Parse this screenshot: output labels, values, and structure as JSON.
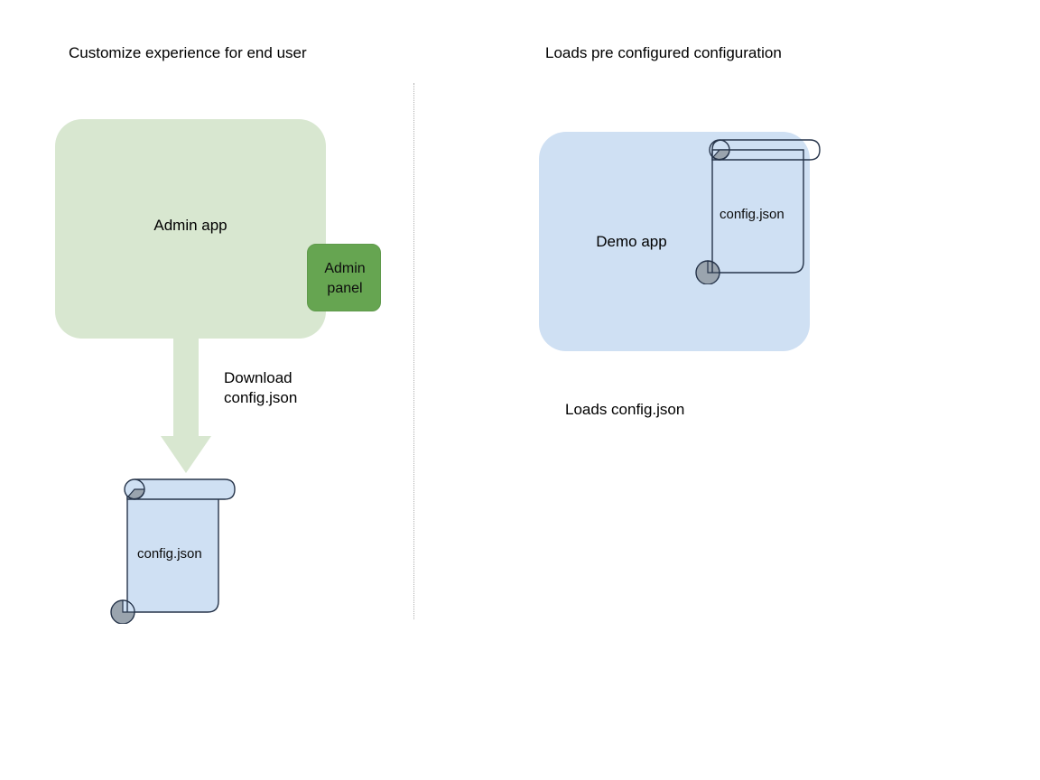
{
  "diagram": {
    "title_left": "Customize experience for end user",
    "title_right": "Loads pre configured configuration",
    "divider": "vertical-dotted-separator",
    "colors": {
      "admin_app_fill": "#d8e7d0",
      "admin_panel_fill": "#66a551",
      "demo_app_fill": "#cfe0f3",
      "scroll_fill": "#cfe0f3",
      "scroll_stroke": "#26344a",
      "scroll_curl_fill": "#9aa4ae",
      "arrow_fill": "#d8e7d0",
      "divider_stroke": "#b0b0b0",
      "text": "#000000"
    }
  },
  "left_panel": {
    "app_label": "Admin app",
    "admin_panel": {
      "line1": "Admin",
      "line2": "panel"
    },
    "arrow": {
      "name": "download-arrow",
      "direction": "down",
      "label_line1": "Download",
      "label_line2": "config.json"
    },
    "document": {
      "label": "config.json",
      "type": "scroll"
    }
  },
  "right_panel": {
    "app_label": "Demo app",
    "document": {
      "label": "config.json",
      "type": "scroll"
    },
    "caption": "Loads config.json"
  }
}
